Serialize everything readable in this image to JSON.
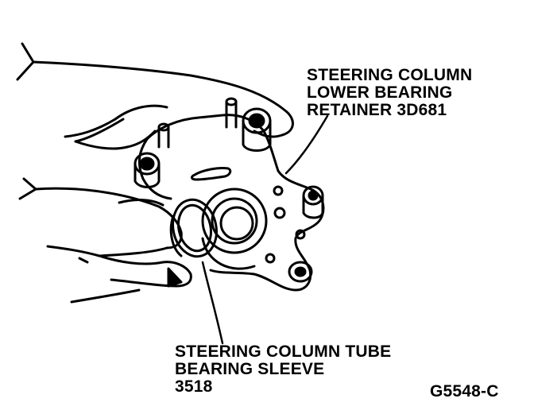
{
  "labels": {
    "retainer": {
      "line1": "STEERING COLUMN",
      "line2": "LOWER BEARING",
      "line3": "RETAINER 3D681"
    },
    "sleeve": {
      "line1": "STEERING COLUMN TUBE",
      "line2": "BEARING SLEEVE",
      "line3": "3518"
    },
    "figure_id": "G5548-C"
  },
  "colors": {
    "ink": "#000000",
    "paper": "#ffffff"
  }
}
